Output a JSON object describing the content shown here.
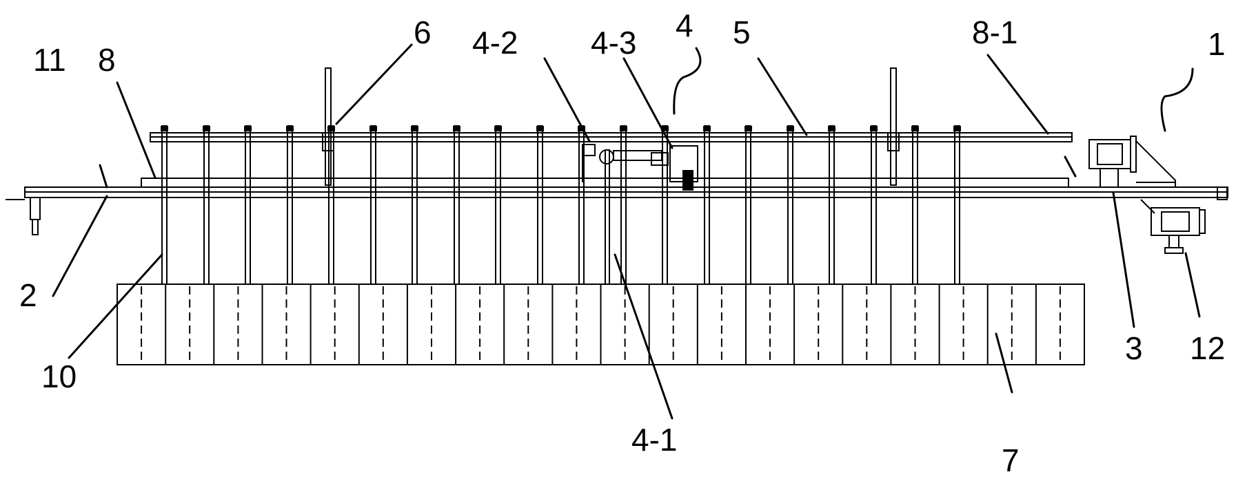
{
  "labels": {
    "l1": "1",
    "l2": "2",
    "l3": "3",
    "l4": "4",
    "l4_1": "4-1",
    "l4_2": "4-2",
    "l4_3": "4-3",
    "l5": "5",
    "l6": "6",
    "l7": "7",
    "l8": "8",
    "l8_1": "8-1",
    "l10": "10",
    "l11": "11",
    "l12": "12"
  }
}
